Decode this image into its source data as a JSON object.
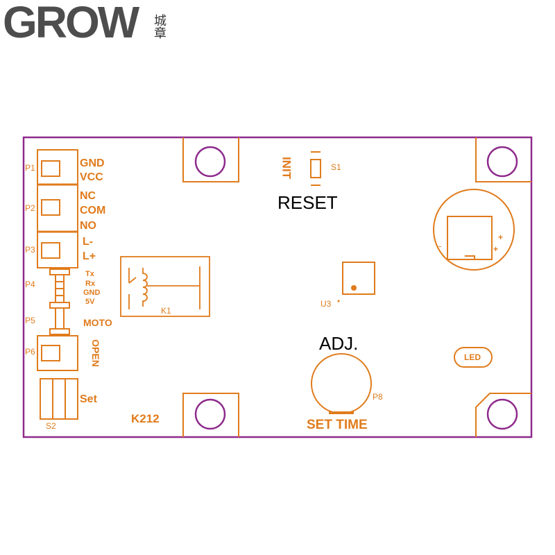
{
  "logo": {
    "text": "GROW",
    "cn": "城章"
  },
  "colors": {
    "trace": "#e07b1c",
    "outline": "#8e2a8c",
    "black": "#000000"
  },
  "pins": {
    "p1": "P1",
    "p2": "P2",
    "p3": "P3",
    "p4": "P4",
    "p5": "P5",
    "p6": "P6",
    "gnd": "GND",
    "vcc": "VCC",
    "nc": "NC",
    "com": "COM",
    "no": "NO",
    "lminus": "L-",
    "lplus": "L+",
    "tx": "Tx",
    "rx": "Rx",
    "gnd2": "GND",
    "v5": "5V",
    "moto": "MOTO",
    "open": "OPEN"
  },
  "components": {
    "s2": "S2",
    "set": "Set",
    "k212": "K212",
    "k1": "K1",
    "init": "INIT",
    "s1": "S1",
    "reset": "RESET",
    "u3": "U3",
    "adj": "ADJ.",
    "p8": "P8",
    "set_time": "SET TIME",
    "led": "LED",
    "minus": "-",
    "plus": "+"
  }
}
